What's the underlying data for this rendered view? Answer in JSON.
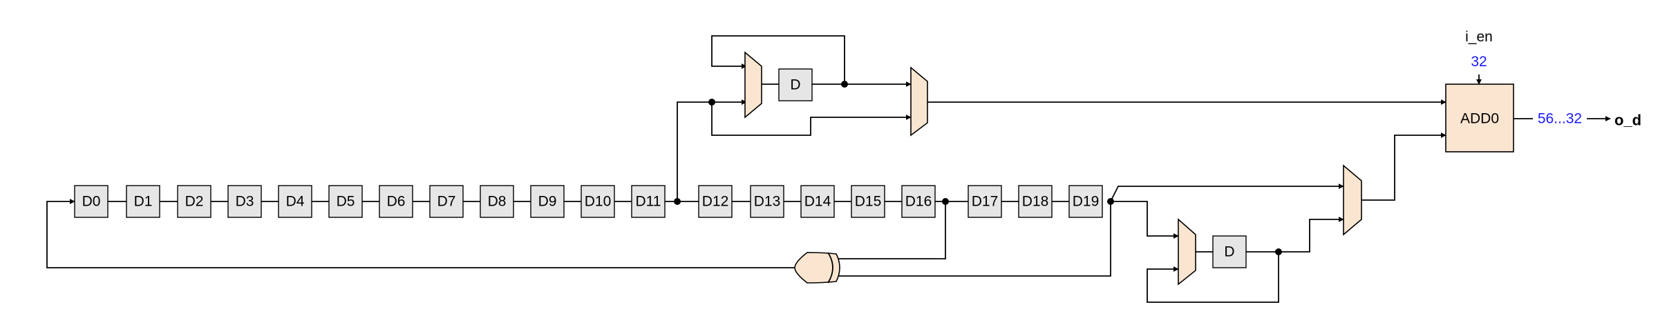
{
  "registers": {
    "shift_chain": [
      "D0",
      "D1",
      "D2",
      "D3",
      "D4",
      "D5",
      "D6",
      "D7",
      "D8",
      "D9",
      "D10",
      "D11",
      "D12",
      "D13",
      "D14",
      "D15",
      "D16",
      "D17",
      "D18",
      "D19"
    ],
    "upper_reg": "D",
    "lower_reg": "D"
  },
  "adder": {
    "label": "ADD0"
  },
  "enable": {
    "name": "i_en",
    "width": "32"
  },
  "output": {
    "width": "56...32",
    "name": "o_d"
  }
}
